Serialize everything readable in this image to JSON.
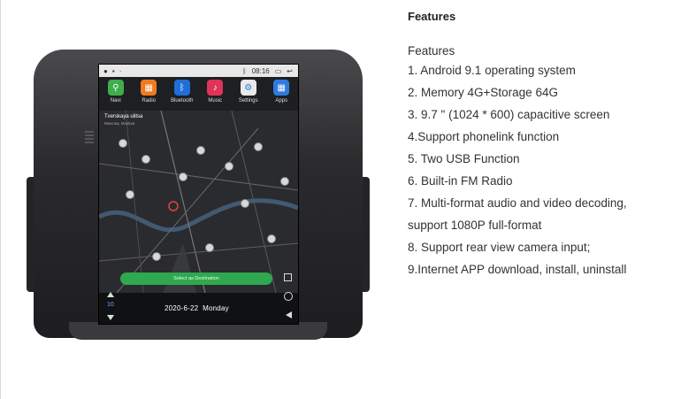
{
  "page": {
    "heading": "Features",
    "subheading": "Features"
  },
  "device_screen": {
    "statusbar": {
      "time": "08:16",
      "left_icons": [
        "circle-icon",
        "square-icon",
        "dot-icon"
      ],
      "right_icons": [
        "bluetooth-icon",
        "signal-icon",
        "back-icon"
      ]
    },
    "apps": [
      {
        "label": "Navi",
        "icon": "map-pin-icon",
        "color": "#3fae4a"
      },
      {
        "label": "Radio",
        "icon": "radio-icon",
        "color": "#f07b1f"
      },
      {
        "label": "Bluetooth",
        "icon": "bluetooth-icon",
        "color": "#1f6fd6"
      },
      {
        "label": "Music",
        "icon": "music-icon",
        "color": "#e0335a"
      },
      {
        "label": "Settings",
        "icon": "gear-icon",
        "color": "#e9e9e9"
      },
      {
        "label": "Apps",
        "icon": "grid-icon",
        "color": "#2e7be0"
      }
    ],
    "map": {
      "street": "Tverskaya ulitsa",
      "street_sub": "Moscow, Moskva"
    },
    "destination_button": "Select as Destination",
    "volume": "10",
    "date": "2020-6-22",
    "weekday": "Monday"
  },
  "features": [
    " 1.  Android 9.1 operating system",
    " 2. Memory 4G+Storage 64G",
    " 3.  9.7 \" (1024 * 600) capacitive screen",
    "4.Support phonelink function",
    " 5. Two USB Function",
    " 6. Built-in FM Radio",
    " 7. Multi-format audio and video decoding,",
    "support 1080P full-format",
    "   8. Support rear view camera input;",
    "   9.Internet APP download, install, uninstall"
  ],
  "colors": {
    "accent_green": "#2fa84f",
    "text": "#333333"
  }
}
